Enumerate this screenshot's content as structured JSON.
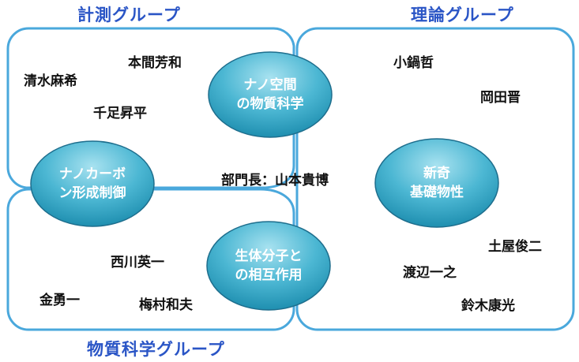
{
  "colors": {
    "group_title": "#2a55c6",
    "frame_stroke": "#4aa8dc",
    "bubble_fill_light": "#a8e2f0",
    "bubble_fill_mid": "#4cb7d3",
    "bubble_fill_dark": "#1f8fb0",
    "bubble_stroke": "#1e6e8d"
  },
  "groups": {
    "measurement": "計測グループ",
    "theory": "理論グループ",
    "materials": "物質科学グループ"
  },
  "topics": {
    "nano_space": "ナノ空間\nの物質科学",
    "nano_carbon": "ナノカーボ\nン形成制御",
    "novel_properties": "新奇\n基礎物性",
    "bio_interaction": "生体分子と\nの相互作用"
  },
  "head": "部門長：山本貴博",
  "people": {
    "honma": "本間芳和",
    "shimizu": "清水麻希",
    "chiashi": "千足昇平",
    "konabe": "小鍋哲",
    "okada": "岡田晋",
    "tsuchiya": "土屋俊二",
    "watanabe": "渡辺一之",
    "suzuki": "鈴木康光",
    "nishikawa": "西川英一",
    "kin": "金勇一",
    "umemura": "梅村和夫"
  }
}
